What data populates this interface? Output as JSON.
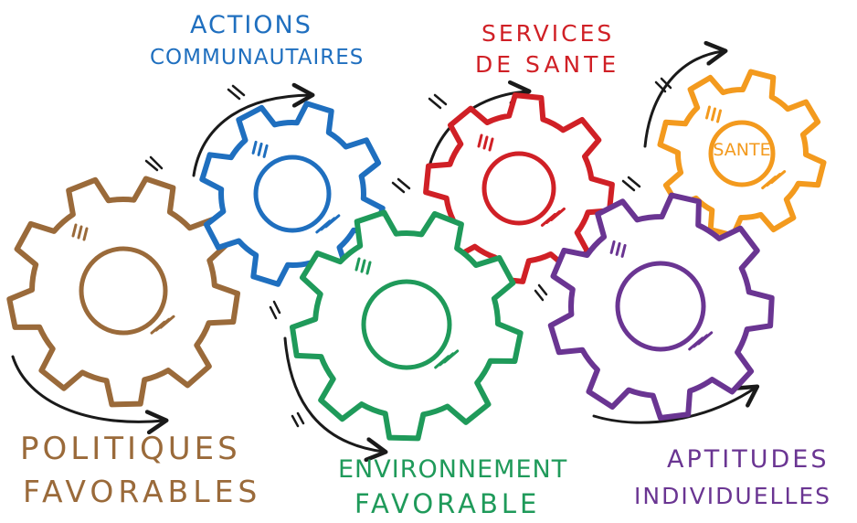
{
  "colors": {
    "brown": "#9a6a3a",
    "blue": "#1f6fbf",
    "green": "#1f9a5a",
    "red": "#d02026",
    "purple": "#6a3592",
    "orange": "#f39a1e",
    "ink": "#1a1a1a"
  },
  "labels": {
    "actions_line1": "ACTIONS",
    "actions_line2": "COMMUNAUTAIRES",
    "services_line1": "SERVICES",
    "services_line2": "DE SANTE",
    "politiques_line1": "POLITIQUES",
    "politiques_line2": "FAVORABLES",
    "environnement_line1": "ENVIRONNEMENT",
    "environnement_line2": "FAVORABLE",
    "aptitudes_line1": "APTITUDES",
    "aptitudes_line2": "INDIVIDUELLES",
    "sante": "SANTE"
  },
  "gears": [
    {
      "name": "gear-politiques-favorables",
      "color": "brown"
    },
    {
      "name": "gear-actions-communautaires",
      "color": "blue"
    },
    {
      "name": "gear-environnement-favorable",
      "color": "green"
    },
    {
      "name": "gear-services-de-sante",
      "color": "red"
    },
    {
      "name": "gear-aptitudes-individuelles",
      "color": "purple"
    },
    {
      "name": "gear-sante",
      "color": "orange"
    }
  ]
}
